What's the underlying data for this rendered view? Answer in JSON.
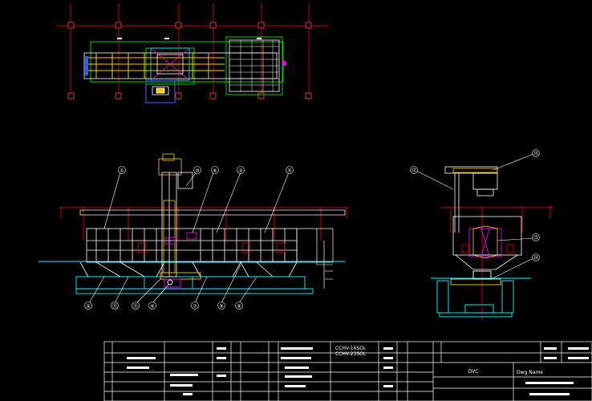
{
  "colors": {
    "background": "#000000",
    "grid_axis": "#ff0000",
    "outline": "#ffffff",
    "green": "#00ff00",
    "yellow": "#ffff00",
    "cyan": "#00ffff",
    "magenta": "#ff00ff",
    "blue": "#3355ff"
  },
  "front_view": {
    "callouts_top": [
      "①",
      "⑩",
      "⑥",
      "③",
      "④"
    ],
    "callouts_bottom": [
      "⑤",
      "⑪",
      "⑪",
      "⑥",
      "⑦",
      "⑨",
      "⑧"
    ]
  },
  "side_view": {
    "callouts": [
      "⑫",
      "⑮",
      "⑬",
      "⑭"
    ]
  },
  "title_block": {
    "spec_line_1": "CCHV-16SOL",
    "spec_line_2": "CCHV-23SOL",
    "drawing_title": "DVC",
    "corner_label": "Dwg Name"
  }
}
